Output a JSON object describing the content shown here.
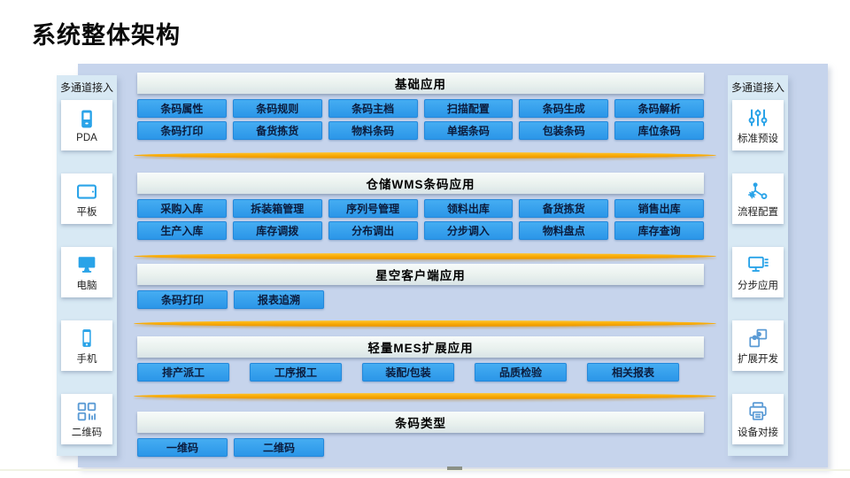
{
  "title": "系统整体架构",
  "colors": {
    "accent_blue": "#2f9ef0",
    "panel_blue": "#c6d4ec",
    "sidebar_blue": "#d8e9f4",
    "divider_orange": "#f7a600",
    "header_bar": "#e9f1ee",
    "icon_blue": "#29a3e8",
    "icon_indigo": "#5b9bd5"
  },
  "left_sidebar": {
    "label": "多通道接入",
    "items": [
      {
        "label": "PDA",
        "icon": "pda-icon"
      },
      {
        "label": "平板",
        "icon": "tablet-icon"
      },
      {
        "label": "电脑",
        "icon": "computer-icon"
      },
      {
        "label": "手机",
        "icon": "phone-icon"
      },
      {
        "label": "二维码",
        "icon": "qrcode-icon"
      }
    ]
  },
  "right_sidebar": {
    "label": "多通道接入",
    "items": [
      {
        "label": "标准预设",
        "icon": "sliders-icon"
      },
      {
        "label": "流程配置",
        "icon": "workflow-icon"
      },
      {
        "label": "分步应用",
        "icon": "steps-icon"
      },
      {
        "label": "扩展开发",
        "icon": "puzzle-icon"
      },
      {
        "label": "设备对接",
        "icon": "printer-icon"
      }
    ]
  },
  "sections": [
    {
      "title": "基础应用",
      "rows": [
        [
          "条码属性",
          "条码规则",
          "条码主档",
          "扫描配置",
          "条码生成",
          "条码解析"
        ],
        [
          "条码打印",
          "备货拣货",
          "物料条码",
          "单据条码",
          "包装条码",
          "库位条码"
        ]
      ]
    },
    {
      "title": "仓储WMS条码应用",
      "rows": [
        [
          "采购入库",
          "拆装箱管理",
          "序列号管理",
          "领料出库",
          "备货拣货",
          "销售出库"
        ],
        [
          "生产入库",
          "库存调拨",
          "分布调出",
          "分步调入",
          "物料盘点",
          "库存查询"
        ]
      ]
    },
    {
      "title": "星空客户端应用",
      "rows": [
        [
          "条码打印",
          "报表追溯"
        ]
      ]
    },
    {
      "title": "轻量MES扩展应用",
      "rows": [
        [
          "排产派工",
          "工序报工",
          "装配/包装",
          "品质检验",
          "相关报表"
        ]
      ]
    },
    {
      "title": "条码类型",
      "rows": [
        [
          "一维码",
          "二维码"
        ]
      ]
    }
  ]
}
